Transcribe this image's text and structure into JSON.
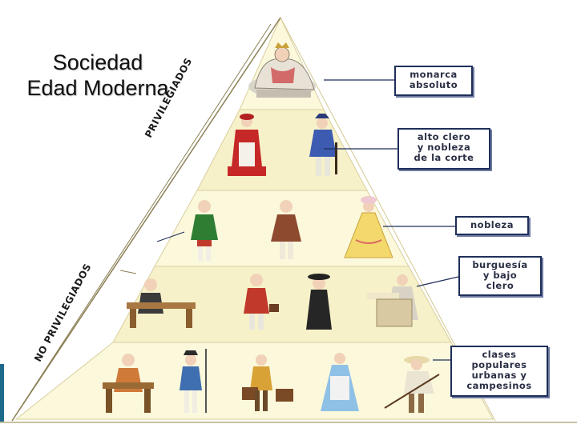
{
  "title": {
    "line1": "Sociedad",
    "line2": "Edad Moderna"
  },
  "side_labels": {
    "privileged": "PRIVILEGIADOS",
    "non_privileged": "NO PRIVILEGIADOS"
  },
  "levels": [
    {
      "lines": [
        "monarca",
        "absoluto"
      ]
    },
    {
      "lines": [
        "alto clero",
        "y nobleza",
        "de la corte"
      ]
    },
    {
      "lines": [
        "nobleza"
      ]
    },
    {
      "lines": [
        "burguesía",
        "y bajo",
        "clero"
      ]
    },
    {
      "lines": [
        "clases",
        "populares",
        "urbanas y",
        "campesinos"
      ]
    }
  ],
  "colors": {
    "tier_light": "#fbf8dc",
    "tier_dark": "#f3edbf",
    "outline": "#b7ab7a",
    "box_border": "#1f2f5a"
  }
}
